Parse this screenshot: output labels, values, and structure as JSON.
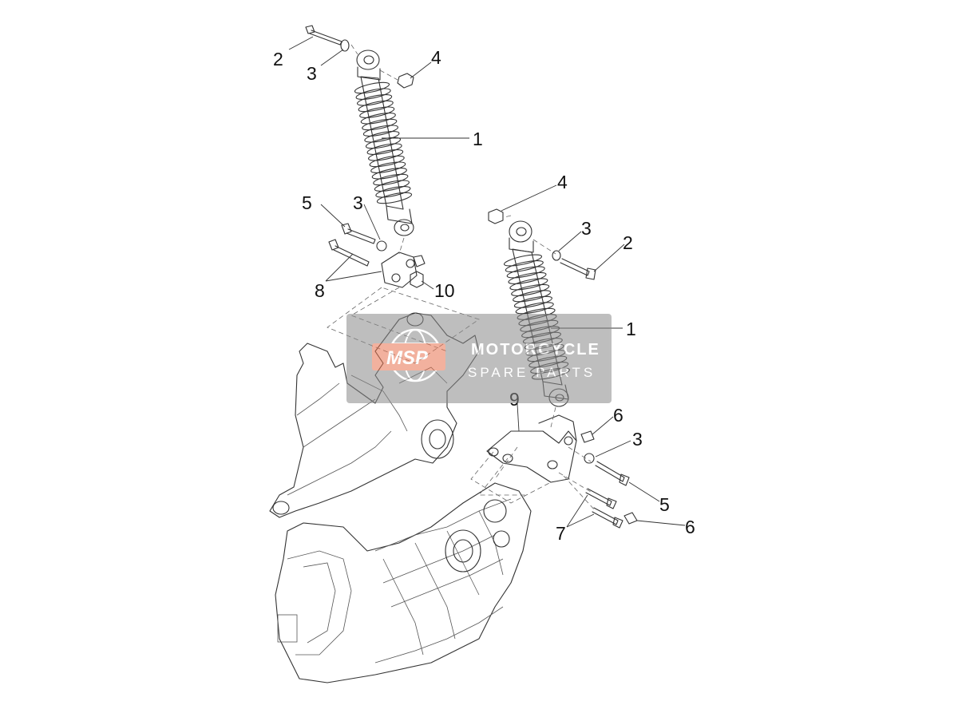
{
  "diagram": {
    "callouts": [
      {
        "id": "c2a",
        "text": "2"
      },
      {
        "id": "c3a",
        "text": "3"
      },
      {
        "id": "c4a",
        "text": "4"
      },
      {
        "id": "c1a",
        "text": "1"
      },
      {
        "id": "c5a",
        "text": "5"
      },
      {
        "id": "c3b",
        "text": "3"
      },
      {
        "id": "c8",
        "text": "8"
      },
      {
        "id": "c10",
        "text": "10"
      },
      {
        "id": "c4b",
        "text": "4"
      },
      {
        "id": "c3c",
        "text": "3"
      },
      {
        "id": "c2b",
        "text": "2"
      },
      {
        "id": "c1b",
        "text": "1"
      },
      {
        "id": "c9",
        "text": "9"
      },
      {
        "id": "c6a",
        "text": "6"
      },
      {
        "id": "c3d",
        "text": "3"
      },
      {
        "id": "c5b",
        "text": "5"
      },
      {
        "id": "c7",
        "text": "7"
      },
      {
        "id": "c6b",
        "text": "6"
      }
    ]
  },
  "watermark": {
    "logo": "MSP",
    "line1": "MOTORCYCLE",
    "line2": "SPARE PARTS",
    "color": "#e8734f"
  }
}
